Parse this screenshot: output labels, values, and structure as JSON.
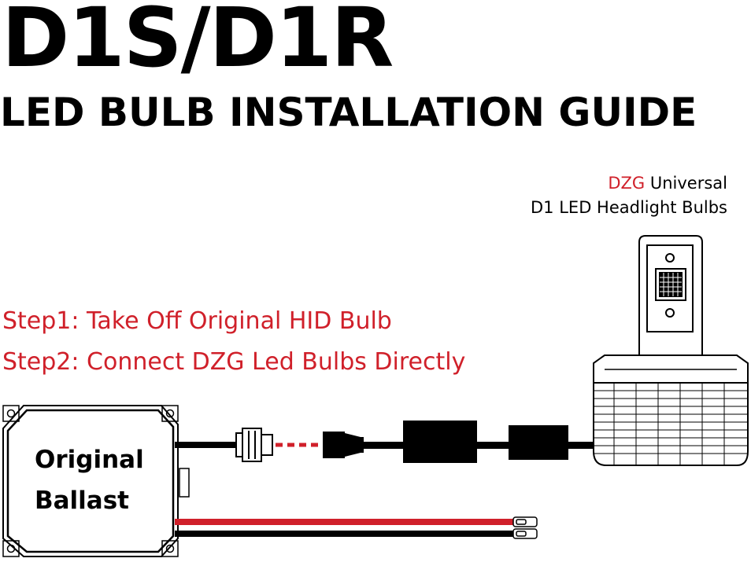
{
  "title": "D1S/D1R",
  "subtitle": "LED BULB INSTALLATION GUIDE",
  "product": {
    "brand": "DZG",
    "line1_rest": " Universal",
    "line2": "D1 LED Headlight Bulbs"
  },
  "steps": [
    "Step1: Take Off Original HID Bulb",
    "Step2: Connect DZG Led Bulbs Directly"
  ],
  "ballast": {
    "line1": "Original",
    "line2": "Ballast"
  },
  "colors": {
    "accent_red": "#d0202a",
    "line_black": "#000000"
  }
}
